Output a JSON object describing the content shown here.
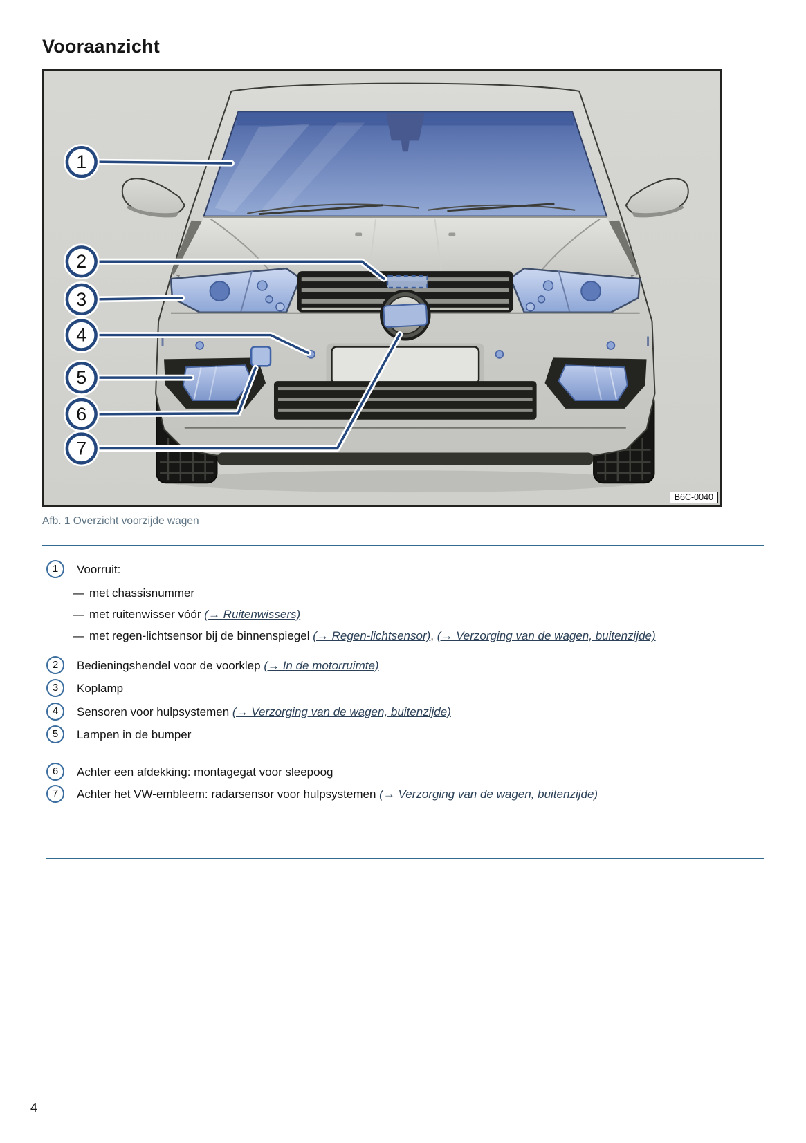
{
  "page": {
    "title": "Vooraanzicht",
    "number": "4"
  },
  "figure": {
    "caption": "Afb. 1 Overzicht voorzijde wagen",
    "code": "B6C-0040",
    "callouts": [
      "1",
      "2",
      "3",
      "4",
      "5",
      "6",
      "7"
    ]
  },
  "legend": {
    "item1": {
      "num": "1",
      "label": "Voorruit:"
    },
    "sub1": {
      "dash": "—",
      "text": "met chassisnummer"
    },
    "sub2": {
      "dash": "—",
      "text": "met ruitenwisser vóór ",
      "link": "(→ Ruitenwissers)"
    },
    "sub3": {
      "dash": "—",
      "text": "met regen-lichtsensor bij de binnenspiegel ",
      "link1": "(→ Regen-lichtsensor)",
      "sep": ", ",
      "link2": "(→ Verzorging van de wagen, buitenzijde)"
    },
    "item2": {
      "num": "2",
      "text": "Bedieningshendel voor de voorklep ",
      "link": "(→ In de motorruimte)"
    },
    "item3": {
      "num": "3",
      "text": "Koplamp"
    },
    "item4": {
      "num": "4",
      "text": "Sensoren voor hulpsystemen ",
      "link": "(→ Verzorging van de wagen, buitenzijde)"
    },
    "item5": {
      "num": "5",
      "text": "Lampen in de bumper"
    },
    "item6": {
      "num": "6",
      "text": "Achter een afdekking: montagegat voor sleepoog"
    },
    "item7": {
      "num": "7",
      "text": "Achter het VW-embleem: radarsensor voor hulpsystemen ",
      "link": "(→ Verzorging van de wagen, buitenzijde)"
    }
  },
  "colors": {
    "accent": "#24477e",
    "divider": "#336a92",
    "link": "#2c4157",
    "caption": "#5d7383",
    "figure_bg": "#d3d3cf"
  }
}
